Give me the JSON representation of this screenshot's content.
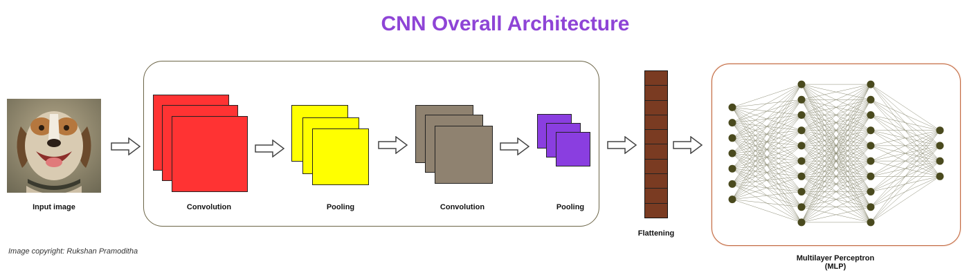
{
  "title": "CNN Overall Architecture",
  "labels": {
    "input": "Input image",
    "conv1": "Convolution",
    "pool1": "Pooling",
    "conv2": "Convolution",
    "pool2": "Pooling",
    "flatten": "Flattening",
    "mlp_line1": "Multilayer Perceptron",
    "mlp_line2": "(MLP)"
  },
  "copyright": "Image copyright: Rukshan Pramoditha",
  "colors": {
    "title": "#8e44d6",
    "convolution_1": "#ff3333",
    "pooling_1": "#ffff00",
    "convolution_2": "#8f8270",
    "pooling_2": "#8a3ee0",
    "flatten_vector": "#7a3b22",
    "node": "#4a4a1e"
  },
  "mlp": {
    "layer_sizes": [
      7,
      10,
      10,
      4
    ]
  },
  "flatten": {
    "cells": 10
  },
  "icons": [
    "dog-photo-icon",
    "right-arrow-icon"
  ]
}
